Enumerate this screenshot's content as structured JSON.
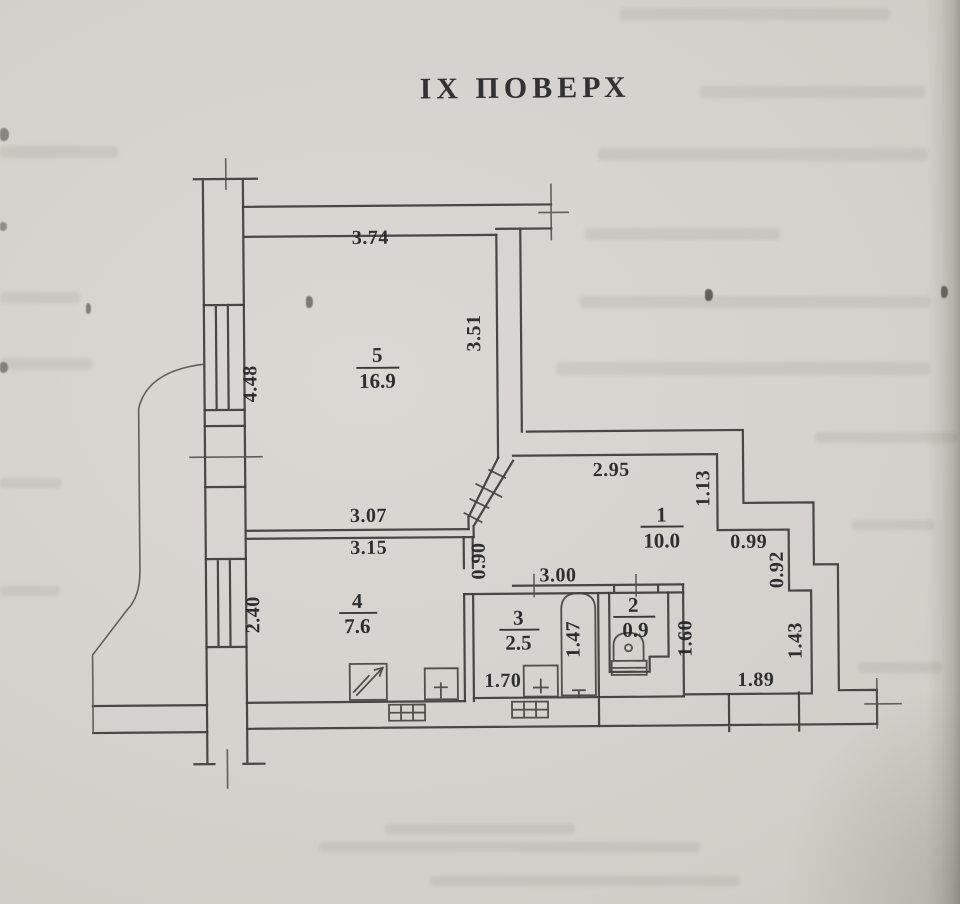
{
  "page": {
    "title": "IX ПОВЕРХ"
  },
  "floor_plan": {
    "rooms": {
      "room1": {
        "number": "1",
        "area": "10.0"
      },
      "room2": {
        "number": "2",
        "area": "0.9"
      },
      "room3": {
        "number": "3",
        "area": "2.5"
      },
      "room4": {
        "number": "4",
        "area": "7.6"
      },
      "room5": {
        "number": "5",
        "area": "16.9"
      }
    },
    "dimensions": {
      "room5_top": "3.74",
      "room5_right": "3.51",
      "room5_left": "4.48",
      "hall_top": "2.95",
      "hall_right_upper": "1.13",
      "step_horizontal": "0.99",
      "step_vertical": "0.92",
      "room5_bottom_upper": "3.07",
      "room4_top": "3.15",
      "room4_door": "0.90",
      "room4_left": "2.40",
      "wet_block_top": "3.00",
      "bathtub": "1.47",
      "room3_bottom": "1.70",
      "corridor_right": "1.60",
      "bottom_right": "1.89",
      "right_lower": "1.43"
    }
  }
}
